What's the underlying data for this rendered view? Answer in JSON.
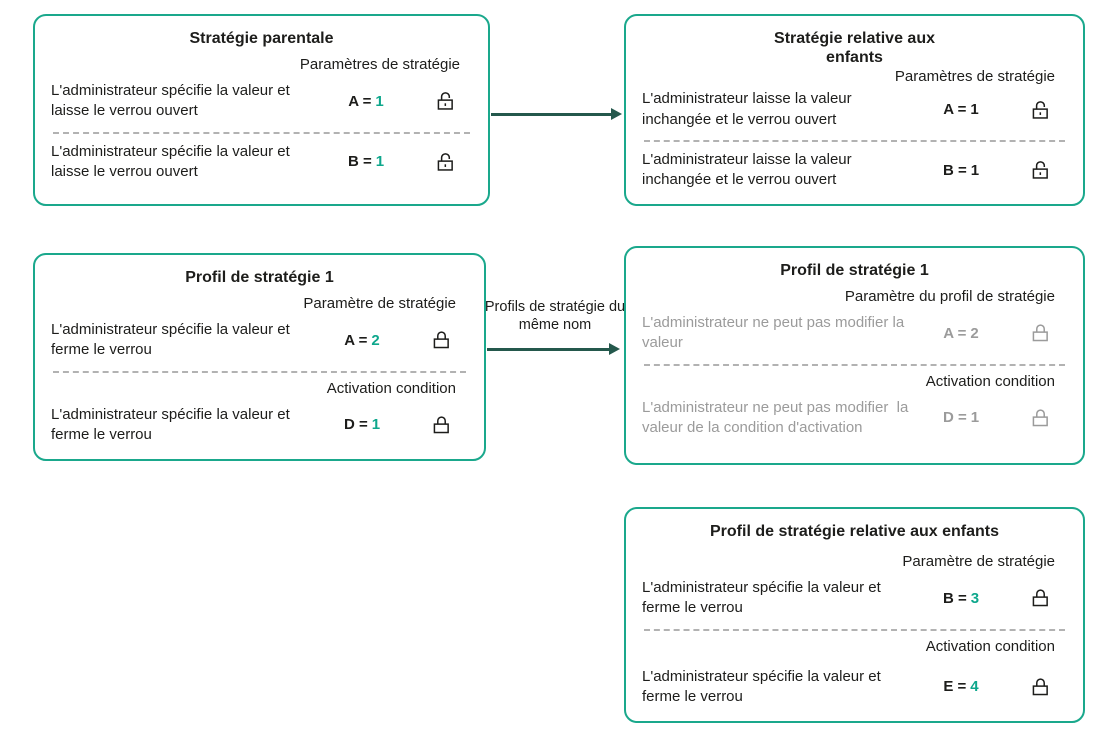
{
  "palette": {
    "box_border": "#1aa88c",
    "value_accent": "#0ea78c",
    "arrow": "#24584c",
    "text": "#1d1d1b",
    "muted_text": "#9b9b9b"
  },
  "arrows": {
    "profiles_label": "Profils de stratégie du même nom"
  },
  "boxes": {
    "parent_policy": {
      "title": "Stratégie parentale",
      "section_header": "Paramètres de stratégie",
      "rows": [
        {
          "desc": "L'administrateur spécifie la valeur et laisse le verrou ouvert",
          "param": "A =",
          "value": "1",
          "lock": "open"
        },
        {
          "desc": "L'administrateur spécifie la valeur et laisse le verrou ouvert",
          "param": "B =",
          "value": "1",
          "lock": "open"
        }
      ]
    },
    "child_policy": {
      "title": "Stratégie relative aux enfants",
      "section_header": "Paramètres de stratégie",
      "rows": [
        {
          "desc": "L'administrateur laisse la valeur inchangée et le verrou ouvert",
          "param": "A =",
          "value": "1",
          "lock": "open"
        },
        {
          "desc": "L'administrateur laisse la valeur inchangée et le verrou ouvert",
          "param": "B =",
          "value": "1",
          "lock": "open"
        }
      ]
    },
    "parent_profile": {
      "title": "Profil de stratégie 1",
      "sections": [
        {
          "header": "Paramètre de stratégie",
          "row": {
            "desc": "L'administrateur spécifie la valeur et ferme le verrou",
            "param": "A =",
            "value": "2",
            "lock": "closed"
          }
        },
        {
          "header": "Activation condition",
          "row": {
            "desc": "L'administrateur spécifie la valeur et ferme le verrou",
            "param": "D =",
            "value": "1",
            "lock": "closed"
          }
        }
      ]
    },
    "child_profile_same_name": {
      "title": "Profil de stratégie 1",
      "sections": [
        {
          "header": "Paramètre du profil de stratégie",
          "row": {
            "desc": "L'administrateur ne peut pas modifier la valeur",
            "param": "A =",
            "value": "2",
            "lock": "closed"
          }
        },
        {
          "header": "Activation condition",
          "row": {
            "desc": "L'administrateur ne peut pas modifier  la valeur de la condition d'activation",
            "param": "D =",
            "value": "1",
            "lock": "closed"
          }
        }
      ]
    },
    "child_profile": {
      "title": "Profil de stratégie relative aux enfants",
      "sections": [
        {
          "header": "Paramètre de stratégie",
          "row": {
            "desc": "L'administrateur spécifie la valeur et ferme le verrou",
            "param": "B =",
            "value": "3",
            "lock": "closed"
          }
        },
        {
          "header": "Activation condition",
          "row": {
            "desc": "L'administrateur spécifie la valeur et ferme le verrou",
            "param": "E =",
            "value": "4",
            "lock": "closed"
          }
        }
      ]
    }
  }
}
